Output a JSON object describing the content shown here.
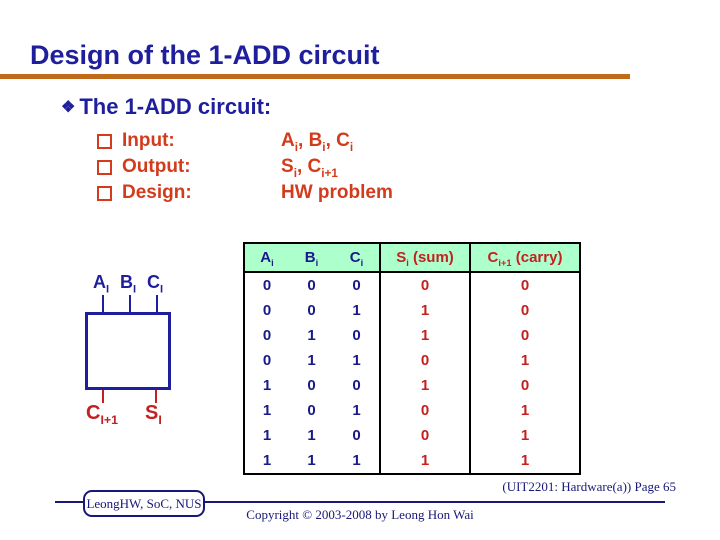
{
  "slide": {
    "title": "Design of the 1-ADD circuit",
    "bullet_marker": "❖",
    "bullet_text": "The 1-ADD circuit:"
  },
  "spec_list": [
    {
      "label": "Input:",
      "value": [
        {
          "t": "A"
        },
        {
          "s": "i"
        },
        {
          "t": ", B"
        },
        {
          "s": "i"
        },
        {
          "t": ", C"
        },
        {
          "s": "i"
        }
      ]
    },
    {
      "label": "Output:",
      "value": [
        {
          "t": "S"
        },
        {
          "s": "i"
        },
        {
          "t": ", C"
        },
        {
          "s": "i+1"
        }
      ]
    },
    {
      "label": "Design:",
      "value": [
        {
          "t": "HW problem"
        }
      ]
    }
  ],
  "circuit": {
    "input_labels": [
      [
        {
          "t": "A"
        },
        {
          "s": "I"
        }
      ],
      [
        {
          "t": "B"
        },
        {
          "s": "I"
        }
      ],
      [
        {
          "t": "C"
        },
        {
          "s": "I"
        }
      ]
    ],
    "output_labels": [
      [
        {
          "t": "C"
        },
        {
          "s": "I+1"
        }
      ],
      [
        {
          "t": "S"
        },
        {
          "s": "I"
        }
      ]
    ]
  },
  "table": {
    "headers": [
      {
        "text": [
          {
            "t": "A"
          },
          {
            "s": "i"
          }
        ]
      },
      {
        "text": [
          {
            "t": "B"
          },
          {
            "s": "i"
          }
        ]
      },
      {
        "text": [
          {
            "t": "C"
          },
          {
            "s": "i"
          }
        ]
      },
      {
        "text": [
          {
            "t": "S"
          },
          {
            "s": "i"
          },
          {
            "t": " (sum)"
          }
        ]
      },
      {
        "text": [
          {
            "t": "C"
          },
          {
            "s": "i+1"
          },
          {
            "t": " (carry)"
          }
        ]
      }
    ],
    "rows": [
      [
        "0",
        "0",
        "0",
        "0",
        "0"
      ],
      [
        "0",
        "0",
        "1",
        "1",
        "0"
      ],
      [
        "0",
        "1",
        "0",
        "1",
        "0"
      ],
      [
        "0",
        "1",
        "1",
        "0",
        "1"
      ],
      [
        "1",
        "0",
        "0",
        "1",
        "0"
      ],
      [
        "1",
        "0",
        "1",
        "0",
        "1"
      ],
      [
        "1",
        "1",
        "0",
        "0",
        "1"
      ],
      [
        "1",
        "1",
        "1",
        "1",
        "1"
      ]
    ]
  },
  "footer": {
    "page_ref": "(UIT2201: Hardware(a)) Page 65",
    "affiliation": "LeongHW, SoC, NUS",
    "copyright": "Copyright © 2003-2008 by Leong Hon Wai"
  },
  "colors": {
    "navy": "#1f1f9e",
    "input_navy": "#191989",
    "list_red": "#d23c1c",
    "output_red": "#c42020",
    "rule_orange": "#c06a1a",
    "header_green": "#adffcc",
    "footer_navy": "#181878"
  }
}
